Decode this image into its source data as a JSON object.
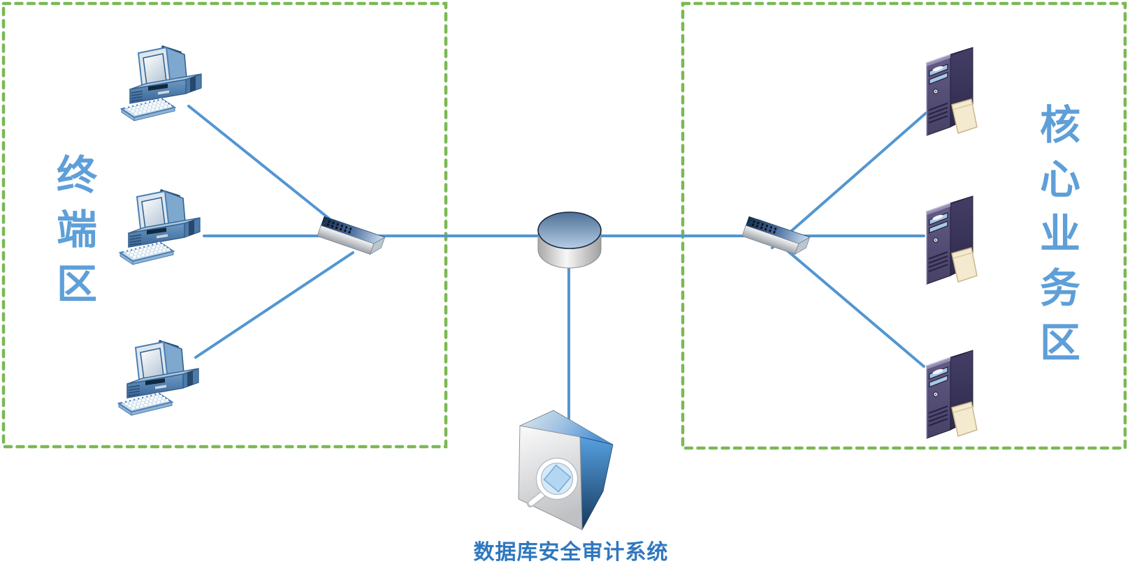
{
  "diagram": {
    "type": "network-topology",
    "zones": [
      {
        "name": "terminal-zone",
        "label": "终端区",
        "chars": [
          "终",
          "端",
          "区"
        ],
        "border_style": "dashed",
        "border_color": "#7ab954",
        "label_color": "#5e9fd8",
        "devices": [
          "desktop-computer",
          "desktop-computer",
          "desktop-computer",
          "switch"
        ]
      },
      {
        "name": "core-business-zone",
        "label": "核心业务区",
        "chars": [
          "核",
          "心",
          "业",
          "务",
          "区"
        ],
        "border_style": "dashed",
        "border_color": "#7ab954",
        "label_color": "#5e9fd8",
        "devices": [
          "switch",
          "server",
          "server",
          "server"
        ]
      }
    ],
    "caption": {
      "text": "数据库安全审计系统",
      "color": "#2f77be"
    },
    "nodes": [
      {
        "id": "pc-1",
        "type": "desktop-computer",
        "zone": "terminal-zone"
      },
      {
        "id": "pc-2",
        "type": "desktop-computer",
        "zone": "terminal-zone"
      },
      {
        "id": "pc-3",
        "type": "desktop-computer",
        "zone": "terminal-zone"
      },
      {
        "id": "switch-terminal",
        "type": "switch",
        "zone": "terminal-zone"
      },
      {
        "id": "router",
        "type": "router"
      },
      {
        "id": "audit-system",
        "type": "audit-appliance",
        "label": "数据库安全审计系统"
      },
      {
        "id": "switch-core",
        "type": "switch",
        "zone": "core-business-zone"
      },
      {
        "id": "server-1",
        "type": "server",
        "zone": "core-business-zone"
      },
      {
        "id": "server-2",
        "type": "server",
        "zone": "core-business-zone"
      },
      {
        "id": "server-3",
        "type": "server",
        "zone": "core-business-zone"
      }
    ],
    "connections": [
      [
        "pc-1",
        "switch-terminal"
      ],
      [
        "pc-2",
        "switch-terminal"
      ],
      [
        "pc-3",
        "switch-terminal"
      ],
      [
        "switch-terminal",
        "router"
      ],
      [
        "router",
        "switch-core"
      ],
      [
        "router",
        "audit-system"
      ],
      [
        "switch-core",
        "server-1"
      ],
      [
        "switch-core",
        "server-2"
      ],
      [
        "switch-core",
        "server-3"
      ]
    ],
    "colors": {
      "link": "#5296d2",
      "zone_border": "#7ab954",
      "router_arrows": "#e02019",
      "router_top": "#54779e",
      "server_body": "#56507a",
      "pc_body": "#5b8fc0",
      "audit_box_blue": "#4c92d5",
      "folder": "#f3ead0"
    }
  }
}
